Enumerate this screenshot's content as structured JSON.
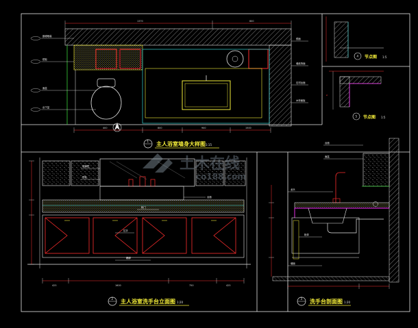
{
  "titles": {
    "plan": "主人浴室墙身大样图",
    "elevation": "主人浴室洗手台立面图",
    "section": "洗手台剖面图",
    "detail1": "节点图",
    "detail2": "节点图"
  },
  "scales": {
    "plan": "1:15",
    "elevation": "1:20",
    "section": "1:20",
    "detail1": "1:5",
    "detail2": "1:5"
  },
  "indices": {
    "plan": "1",
    "elevation": "2",
    "section": "3",
    "detail1": "4",
    "detail2": "5"
  },
  "watermark": {
    "brand": "土木在线",
    "url": "co188.com"
  },
  "notes": {
    "plan_left": [
      "嵌墙暗装",
      "镜柜",
      "面盆",
      "台下盆"
    ],
    "plan_right": [
      "镜面",
      "墙纸饰面",
      "石材台面",
      "木饰面板"
    ],
    "elevation": [
      "玻璃镜",
      "镜柜",
      "台面",
      "柜门",
      "拉手",
      "踢脚"
    ],
    "section": [
      "台面",
      "面盆",
      "龙头",
      "柜体",
      "墙面"
    ]
  },
  "dims": {
    "plan_top": [
      "1370",
      "800"
    ],
    "plan_bottom": [
      "400",
      "800",
      "900",
      "1500"
    ],
    "elev_bottom": [
      "425",
      "1600",
      "750",
      "425"
    ]
  },
  "colors": {
    "line_white": "#e8e8e8",
    "line_yellow": "#f5ee3a",
    "line_red": "#ff2e2e",
    "line_green": "#3ad13a",
    "line_cyan": "#36d2d2",
    "line_magenta": "#ff35ff"
  }
}
